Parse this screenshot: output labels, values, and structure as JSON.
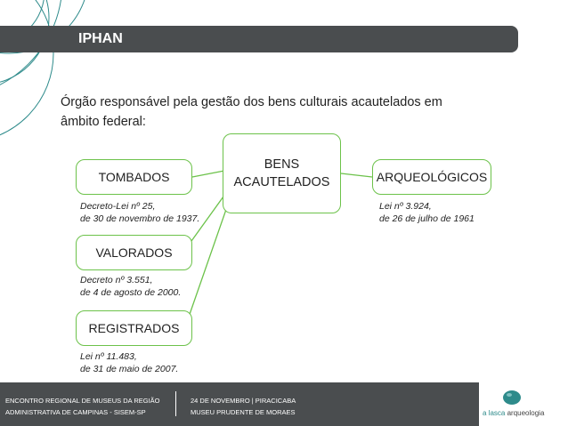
{
  "title": "IPHAN",
  "intro": "Órgão responsável pela gestão dos bens culturais acautelados em âmbito federal:",
  "center_box": [
    "BENS",
    "ACAUTELADOS"
  ],
  "categories": [
    {
      "label": "TOMBADOS",
      "law": [
        "Decreto-Lei nº 25,",
        "de 30 de novembro de 1937."
      ]
    },
    {
      "label": "VALORADOS",
      "law": [
        "Decreto nº 3.551,",
        "de 4 de agosto de 2000."
      ]
    },
    {
      "label": "REGISTRADOS",
      "law": [
        "Lei nº 11.483,",
        "de 31 de maio de 2007."
      ]
    },
    {
      "label": "ARQUEOLÓGICOS",
      "law": [
        "Lei nº 3.924,",
        "de 26 de julho de 1961"
      ]
    }
  ],
  "footer": {
    "left": [
      "ENCONTRO REGIONAL DE MUSEUS DA REGIÃO",
      "ADMINISTRATIVA DE CAMPINAS - SISEM-SP"
    ],
    "middle": [
      "24 DE NOVEMBRO | PIRACICABA",
      "MUSEU PRUDENTE DE MORAES"
    ],
    "logo_prefix": "a lasca",
    "logo_suffix": "arqueologia"
  },
  "colors": {
    "accent_green": "#6cc24a",
    "title_bar": "#4a4d4f",
    "decorative_teal": "#2e8b8b"
  }
}
